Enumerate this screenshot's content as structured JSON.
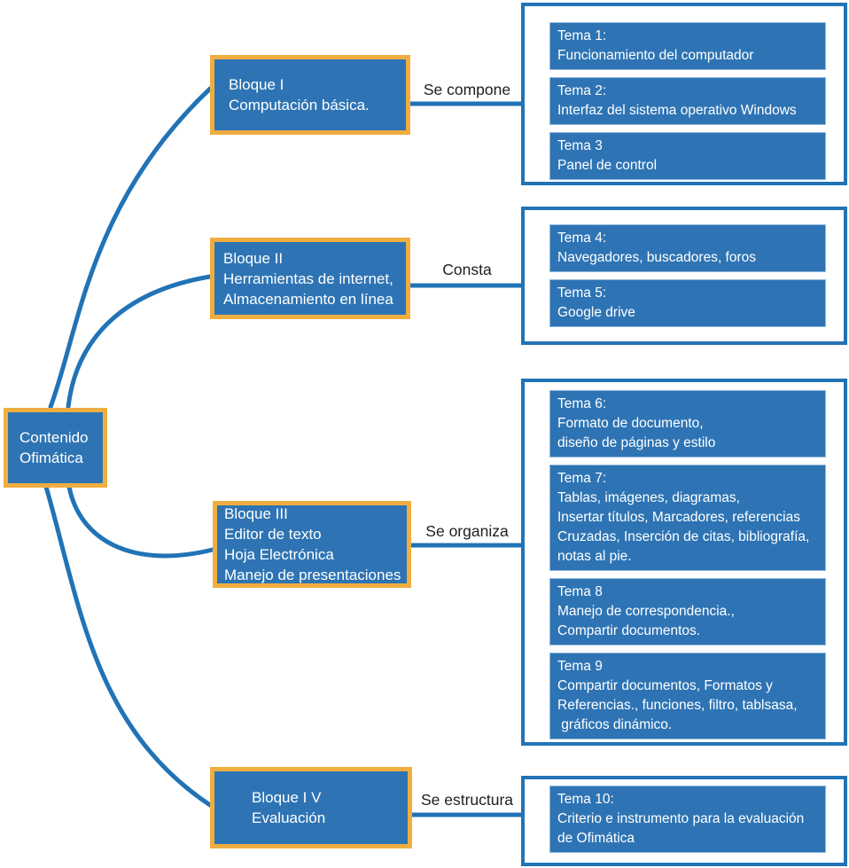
{
  "colors": {
    "node_fill": "#2E74B4",
    "node_border": "#F0AE40",
    "container_border": "#2173B6",
    "connector": "#2173B6",
    "tema_edge": "#8FB8DC",
    "node_text": "#FFFFFF",
    "relation_text": "#1E1E1E"
  },
  "center": {
    "label": "Contenido\nOfimática"
  },
  "branches": [
    {
      "block": "Bloque I\nComputación básica.",
      "relation": "Se compone",
      "temas": [
        "Tema 1:\nFuncionamiento del computador",
        "Tema 2:\nInterfaz del sistema operativo Windows",
        "Tema 3\nPanel de control"
      ]
    },
    {
      "block": "Bloque II\nHerramientas de internet,\nAlmacenamiento en línea",
      "relation": "Consta",
      "temas": [
        "Tema 4:\nNavegadores, buscadores, foros",
        "Tema 5:\nGoogle drive"
      ]
    },
    {
      "block": "Bloque III\nEditor de texto\nHoja Electrónica\nManejo de presentaciones",
      "relation": "Se organiza",
      "temas": [
        "Tema 6:\nFormato de documento,\ndiseño de páginas y estilo",
        "Tema 7:\nTablas, imágenes, diagramas,\nInsertar títulos, Marcadores, referencias\nCruzadas, Inserción de citas, bibliografía,\nnotas al pie.",
        "Tema 8\nManejo de correspondencia.,\nCompartir documentos.",
        "Tema 9\nCompartir documentos, Formatos y\nReferencias., funciones, filtro, tablsasa,\n gráficos dinámico."
      ]
    },
    {
      "block": "Bloque I V\nEvaluación",
      "relation": "Se estructura",
      "temas": [
        "Tema 10:\nCriterio e instrumento para la evaluación\nde Ofimática"
      ]
    }
  ]
}
